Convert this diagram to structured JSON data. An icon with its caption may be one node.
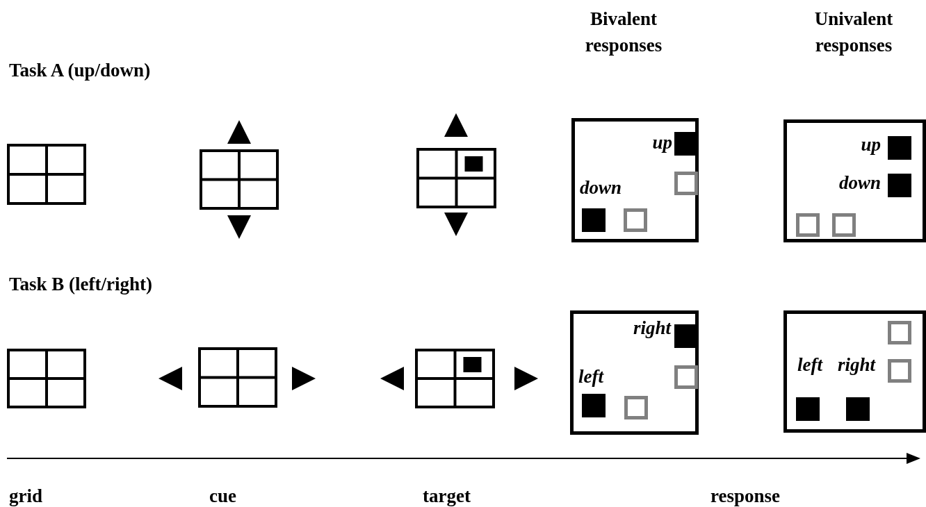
{
  "diagram": {
    "nodes": [
      {
        "text": [
          "up",
          "down"
        ]
      },
      {
        "text": [
          "up",
          "down"
        ]
      },
      {
        "text": [
          "right",
          "left"
        ]
      },
      {
        "text": [
          "left",
          "right"
        ]
      }
    ],
    "labels": [
      "Bivalent responses",
      "Univalent responses",
      "Task A (up/down)",
      "Task B (left/right)",
      "grid",
      "cue",
      "target",
      "response"
    ]
  }
}
